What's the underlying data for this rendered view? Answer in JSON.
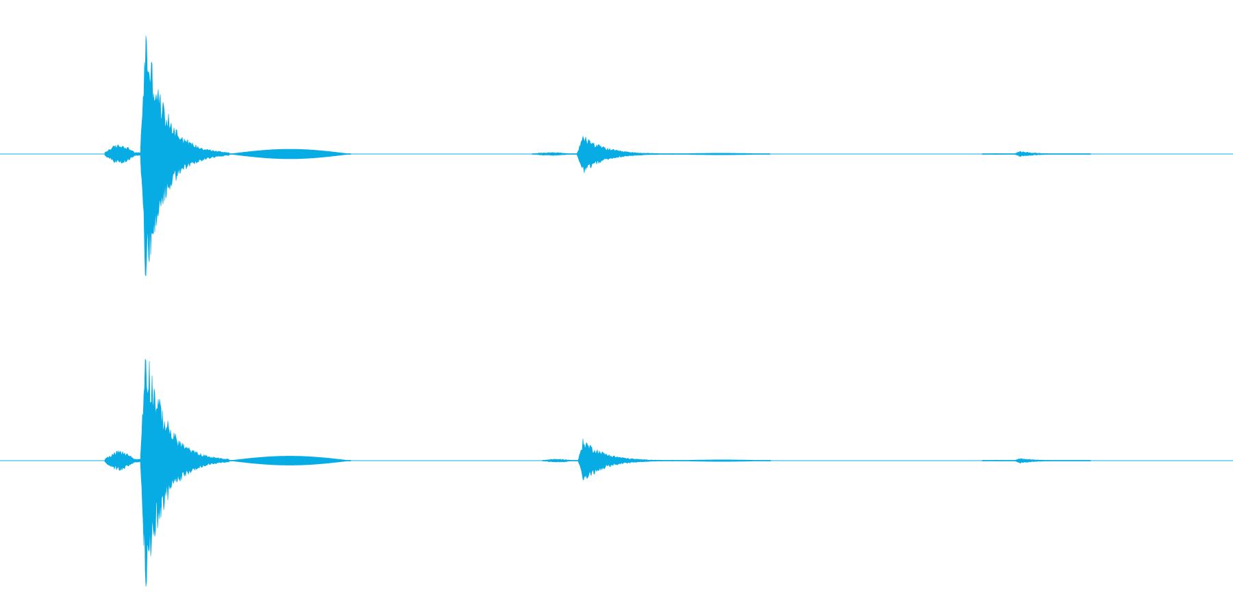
{
  "waveform": {
    "color": "#07acE4",
    "background": "#ffffff",
    "duration": 1.0,
    "channels": [
      {
        "name": "",
        "events": [
          {
            "start": 0.085,
            "peak": 0.118,
            "end": 0.186,
            "amplitude": 0.97,
            "pre_amplitude": 0.06
          },
          {
            "start": 0.186,
            "peak": 0.23,
            "end": 0.284,
            "amplitude": 0.035,
            "pre_amplitude": 0
          },
          {
            "start": 0.432,
            "peak": 0.473,
            "end": 0.545,
            "amplitude": 0.15,
            "pre_amplitude": 0.01
          },
          {
            "start": 0.545,
            "peak": 0.59,
            "end": 0.624,
            "amplitude": 0.006,
            "pre_amplitude": 0
          },
          {
            "start": 0.797,
            "peak": 0.827,
            "end": 0.884,
            "amplitude": 0.022,
            "pre_amplitude": 0.003
          }
        ]
      },
      {
        "name": "",
        "events": [
          {
            "start": 0.085,
            "peak": 0.118,
            "end": 0.186,
            "amplitude": 0.94,
            "pre_amplitude": 0.06
          },
          {
            "start": 0.186,
            "peak": 0.23,
            "end": 0.284,
            "amplitude": 0.033,
            "pre_amplitude": 0
          },
          {
            "start": 0.44,
            "peak": 0.473,
            "end": 0.545,
            "amplitude": 0.17,
            "pre_amplitude": 0.01
          },
          {
            "start": 0.545,
            "peak": 0.59,
            "end": 0.625,
            "amplitude": 0.006,
            "pre_amplitude": 0
          },
          {
            "start": 0.797,
            "peak": 0.827,
            "end": 0.884,
            "amplitude": 0.02,
            "pre_amplitude": 0.003
          }
        ]
      }
    ]
  }
}
